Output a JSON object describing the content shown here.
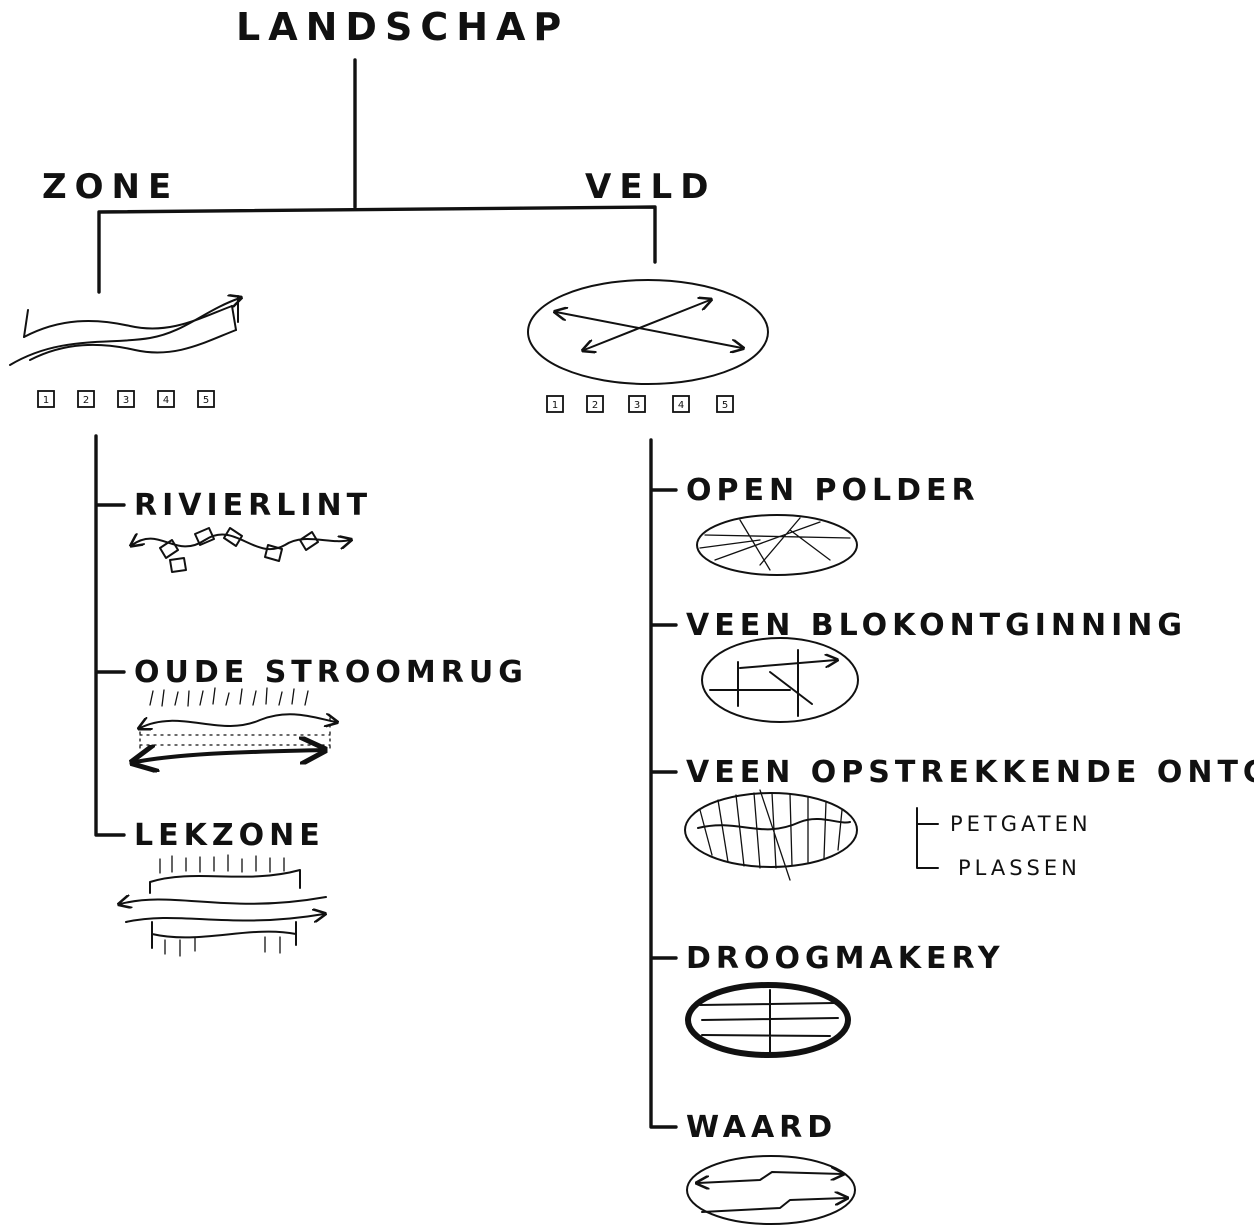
{
  "root": {
    "label": "LANDSCHAP"
  },
  "branches": {
    "zone": {
      "label": "ZONE",
      "numbers": [
        "1",
        "2",
        "3",
        "4",
        "5"
      ],
      "items": [
        {
          "label": "RIVIERLINT",
          "icon": "rivierlint-icon"
        },
        {
          "label": "OUDE STROOMRUG",
          "icon": "oude-stroomrug-icon"
        },
        {
          "label": "LEKZONE",
          "icon": "lekzone-icon"
        }
      ]
    },
    "veld": {
      "label": "VELD",
      "numbers": [
        "1",
        "2",
        "3",
        "4",
        "5"
      ],
      "items": [
        {
          "label": "OPEN POLDER",
          "icon": "open-polder-icon"
        },
        {
          "label": "VEEN BLOKONTGINNING",
          "icon": "veen-blokontginning-icon"
        },
        {
          "label": "VEEN OPSTREKKENDE ONTG.",
          "icon": "veen-opstrekkende-icon",
          "sub_items": [
            "PETGATEN",
            "PLASSEN"
          ]
        },
        {
          "label": "DROOGMAKERY",
          "icon": "droogmakery-icon"
        },
        {
          "label": "WAARD",
          "icon": "waard-icon"
        }
      ]
    }
  }
}
